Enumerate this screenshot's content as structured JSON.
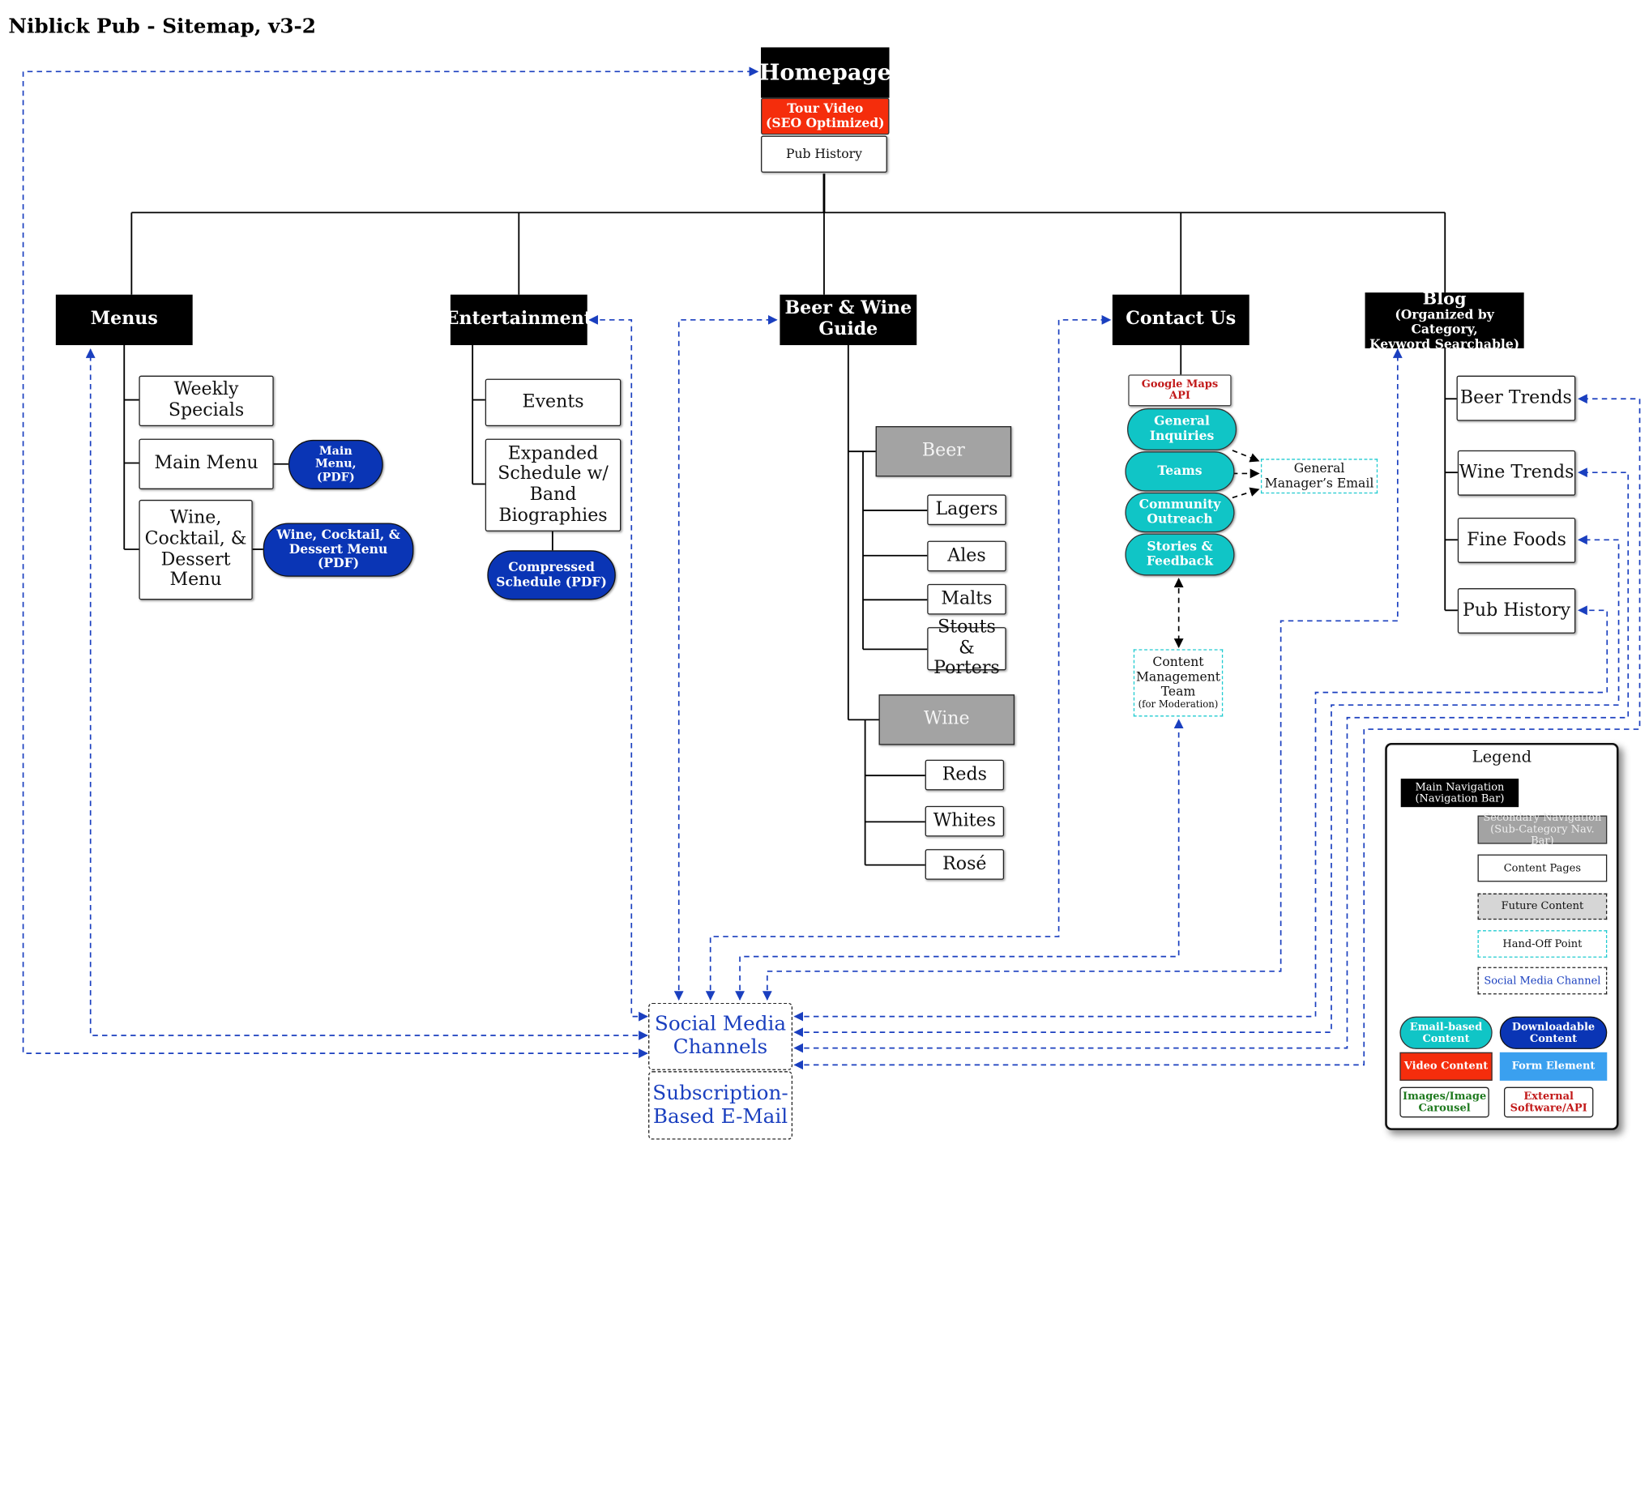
{
  "title": "Niblick Pub - Sitemap, v3-2",
  "homepage": {
    "label": "Homepage",
    "tour_video": "Tour Video\n(SEO Optimized)",
    "pub_history": "Pub History"
  },
  "menus": {
    "label": "Menus",
    "weekly_specials": "Weekly\nSpecials",
    "main_menu": "Main Menu",
    "main_menu_pdf": "Main\nMenu,\n(PDF)",
    "wine_menu": "Wine,\nCocktail, &\nDessert\nMenu",
    "wine_menu_pdf": "Wine, Cocktail, &\nDessert Menu\n(PDF)"
  },
  "entertainment": {
    "label": "Entertainment",
    "events": "Events",
    "expanded_schedule": "Expanded\nSchedule w/\nBand\nBiographies",
    "compressed_schedule": "Compressed\nSchedule (PDF)"
  },
  "beer_wine": {
    "label": "Beer & Wine\nGuide",
    "beer": "Beer",
    "beer_items": [
      "Lagers",
      "Ales",
      "Malts",
      "Stouts &\nPorters"
    ],
    "wine": "Wine",
    "wine_items": [
      "Reds",
      "Whites",
      "Rosé"
    ]
  },
  "contact": {
    "label": "Contact Us",
    "google_maps": "Google Maps API",
    "general_inquiries": "General\nInquiries",
    "teams": "Teams",
    "community_outreach": "Community\nOutreach",
    "stories_feedback": "Stories &\nFeedback",
    "general_manager_email": "General\nManager’s Email",
    "content_management_team": "Content\nManagement\nTeam",
    "content_management_note": "(for Moderation)"
  },
  "blog": {
    "label": "Blog",
    "sublabel": "(Organized by Category,\nKeyword Searchable)",
    "items": [
      "Beer Trends",
      "Wine Trends",
      "Fine Foods",
      "Pub History"
    ]
  },
  "social": {
    "channels": "Social Media\nChannels",
    "subscription": "Subscription-\nBased E-Mail"
  },
  "legend": {
    "title": "Legend",
    "main_nav": "Main Navigation\n(Navigation Bar)",
    "secondary_nav": "Secondary Navigation\n(Sub-Category Nav. Bar)",
    "content_pages": "Content Pages",
    "future_content": "Future Content",
    "handoff": "Hand-Off Point",
    "social_channel": "Social Media Channel",
    "email_content": "Email-based\nContent",
    "downloadable": "Downloadable\nContent",
    "video": "Video Content",
    "form": "Form Element",
    "images": "Images/Image\nCarousel",
    "external": "External\nSoftware/API"
  },
  "colors": {
    "main_nav": "#000000",
    "secondary_nav": "#a3a3a3",
    "video": "#f52d0c",
    "downloadable": "#0a35b5",
    "email": "#10c5c6",
    "form": "#3aa0ef",
    "social_link": "#1a3fbf",
    "handoff_border": "#20cbd0",
    "images_text": "#1f7a1f",
    "external_text": "#c21a1a"
  }
}
